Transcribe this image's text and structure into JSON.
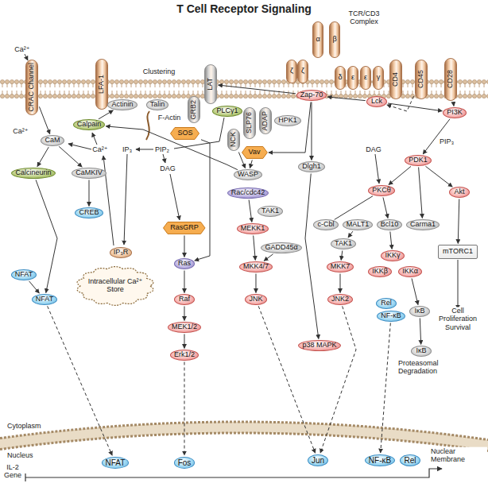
{
  "diagram": {
    "title": "T Cell Receptor Signaling",
    "nodes": [
      {
        "text": [
          "CRAC Channel"
        ]
      },
      {
        "text": [
          "LFA-1"
        ]
      },
      {
        "text": [
          "Actinin"
        ]
      },
      {
        "text": [
          "Talin"
        ]
      },
      {
        "text": [
          "LAT"
        ]
      },
      {
        "text": [
          "GRB2"
        ]
      },
      {
        "text": [
          "SOS"
        ]
      },
      {
        "text": [
          "PLCγ1"
        ]
      },
      {
        "text": [
          "SLP76"
        ]
      },
      {
        "text": [
          "ADAP"
        ]
      },
      {
        "text": [
          "HPK1"
        ]
      },
      {
        "text": [
          "NCK"
        ]
      },
      {
        "text": [
          "Vav"
        ]
      },
      {
        "text": [
          "α"
        ]
      },
      {
        "text": [
          "β"
        ]
      },
      {
        "text": [
          "ζ"
        ]
      },
      {
        "text": [
          "ζ"
        ]
      },
      {
        "text": [
          "δ"
        ]
      },
      {
        "text": [
          "ε"
        ]
      },
      {
        "text": [
          "ε"
        ]
      },
      {
        "text": [
          "γ"
        ]
      },
      {
        "text": [
          "Zap-70"
        ]
      },
      {
        "text": [
          "CD4"
        ]
      },
      {
        "text": [
          "Lck"
        ]
      },
      {
        "text": [
          "CD45"
        ]
      },
      {
        "text": [
          "CD28"
        ]
      },
      {
        "text": [
          "PI3K"
        ]
      },
      {
        "text": [
          "CaM"
        ]
      },
      {
        "text": [
          "Calpain"
        ]
      },
      {
        "text": [
          "Calcineurin"
        ]
      },
      {
        "text": [
          "CaMKIV"
        ]
      },
      {
        "text": [
          "CREB"
        ]
      },
      {
        "text": [
          "WASP"
        ]
      },
      {
        "text": [
          "Rac/cdc42"
        ]
      },
      {
        "text": [
          "Dlgh1"
        ]
      },
      {
        "text": [
          "PDK1"
        ]
      },
      {
        "text": [
          "PKCθ"
        ]
      },
      {
        "text": [
          "Akt"
        ]
      },
      {
        "text": [
          "c-Cbl"
        ]
      },
      {
        "text": [
          "MALT1"
        ]
      },
      {
        "text": [
          "Bcl10"
        ]
      },
      {
        "text": [
          "Carma1"
        ]
      },
      {
        "text": [
          "TAK1"
        ]
      },
      {
        "text": [
          "MEKK1"
        ]
      },
      {
        "text": [
          "GADD45α"
        ]
      },
      {
        "text": [
          "MKK4/7"
        ]
      },
      {
        "text": [
          "JNK"
        ]
      },
      {
        "text": [
          "IP₃R"
        ]
      },
      {
        "text": [
          "Intracellular Ca²⁺ Store"
        ]
      },
      {
        "text": [
          "RasGRP"
        ]
      },
      {
        "text": [
          "Ras"
        ]
      },
      {
        "text": [
          "Raf"
        ]
      },
      {
        "text": [
          "MEK1/2"
        ]
      },
      {
        "text": [
          "Erk1/2"
        ]
      },
      {
        "text": [
          "NFAT"
        ]
      },
      {
        "text": [
          "NFAT"
        ]
      },
      {
        "text": [
          "TAK1"
        ]
      },
      {
        "text": [
          "MKK7"
        ]
      },
      {
        "text": [
          "JNK2"
        ]
      },
      {
        "text": [
          "IKKγ"
        ]
      },
      {
        "text": [
          "IKKβ"
        ]
      },
      {
        "text": [
          "IKKα"
        ]
      },
      {
        "text": [
          "Rel"
        ]
      },
      {
        "text": [
          "NF-κB"
        ]
      },
      {
        "text": [
          "IκB"
        ]
      },
      {
        "text": [
          "mTORC1"
        ]
      },
      {
        "text": [
          "p38 MAPK"
        ]
      },
      {
        "text": [
          "IκB"
        ]
      },
      {
        "text": [
          "NFAT"
        ]
      },
      {
        "text": [
          "Fos"
        ]
      },
      {
        "text": [
          "Jun"
        ]
      },
      {
        "text": [
          "NF-κB"
        ]
      },
      {
        "text": [
          "Rel"
        ]
      }
    ],
    "edges": [
      {
        "from": 0,
        "to": 27,
        "arrow": "to"
      },
      {
        "from": 27,
        "to": 29,
        "arrow": "to"
      },
      {
        "from": 27,
        "to": 30,
        "arrow": "to"
      },
      {
        "from": 30,
        "to": 31,
        "arrow": "to"
      },
      {
        "from": 29,
        "to": 55,
        "arrow": "to"
      },
      {
        "from": 54,
        "to": 55,
        "arrow": "to"
      },
      {
        "from": 55,
        "to": 68,
        "arrow": "to"
      },
      {
        "from": 28,
        "to": 2,
        "arrow": "to"
      },
      {
        "from": 32,
        "to": 28,
        "arrow": "to"
      },
      {
        "from": 21,
        "to": 4,
        "arrow": "to"
      },
      {
        "from": 21,
        "to": 12,
        "arrow": "to"
      },
      {
        "from": 21,
        "to": 34,
        "arrow": "to"
      },
      {
        "from": 23,
        "to": 21,
        "arrow": "to"
      },
      {
        "from": 24,
        "to": 23,
        "arrow": "to"
      },
      {
        "from": 23,
        "to": 26,
        "arrow": "to"
      },
      {
        "from": 25,
        "to": 26,
        "arrow": "to"
      },
      {
        "from": 11,
        "to": 32,
        "arrow": "to"
      },
      {
        "from": 12,
        "to": 32,
        "arrow": "to"
      },
      {
        "from": 6,
        "to": 50,
        "arrow": "to"
      },
      {
        "from": 49,
        "to": 50,
        "arrow": "to"
      },
      {
        "from": 50,
        "to": 51,
        "arrow": "to"
      },
      {
        "from": 51,
        "to": 52,
        "arrow": "to"
      },
      {
        "from": 52,
        "to": 53,
        "arrow": "to"
      },
      {
        "from": 53,
        "to": 69,
        "arrow": "to"
      },
      {
        "from": 33,
        "to": 43,
        "arrow": "to"
      },
      {
        "from": 43,
        "to": 45,
        "arrow": "to"
      },
      {
        "from": 45,
        "to": 46,
        "arrow": "to"
      },
      {
        "from": 44,
        "to": 45,
        "arrow": "to"
      },
      {
        "from": 46,
        "to": 70,
        "arrow": "to"
      },
      {
        "from": 34,
        "to": 66,
        "arrow": "to"
      },
      {
        "from": 26,
        "to": 35,
        "arrow": "to"
      },
      {
        "from": 35,
        "to": 36,
        "arrow": "to"
      },
      {
        "from": 35,
        "to": 37,
        "arrow": "to"
      },
      {
        "from": 35,
        "to": 41,
        "arrow": "to"
      },
      {
        "from": 36,
        "to": 38,
        "arrow": "none"
      },
      {
        "from": 36,
        "to": 40,
        "arrow": "to"
      },
      {
        "from": 39,
        "to": 56,
        "arrow": "to"
      },
      {
        "from": 56,
        "to": 57,
        "arrow": "to"
      },
      {
        "from": 57,
        "to": 58,
        "arrow": "to"
      },
      {
        "from": 58,
        "to": 70,
        "arrow": "to"
      },
      {
        "from": 40,
        "to": 59,
        "arrow": "to"
      },
      {
        "from": 61,
        "to": 64,
        "arrow": "to"
      },
      {
        "from": 64,
        "to": 67,
        "arrow": "to"
      },
      {
        "from": 63,
        "to": 71,
        "arrow": "to"
      },
      {
        "from": 37,
        "to": 65,
        "arrow": "to"
      }
    ],
    "labels": [
      "TCR/CD3 Complex",
      "Ca²⁺",
      "Ca²⁺",
      "Clustering",
      "F-Actin",
      "Ca²⁺",
      "IP₃",
      "PIP₂",
      "DAG",
      "DAG",
      "PIP₃",
      "Cell Proliferation Survival",
      "Proteasomal Degradation",
      "Cytoplasm",
      "Nucleus",
      "IL-2 Gene",
      "Nuclear Membrane"
    ]
  }
}
